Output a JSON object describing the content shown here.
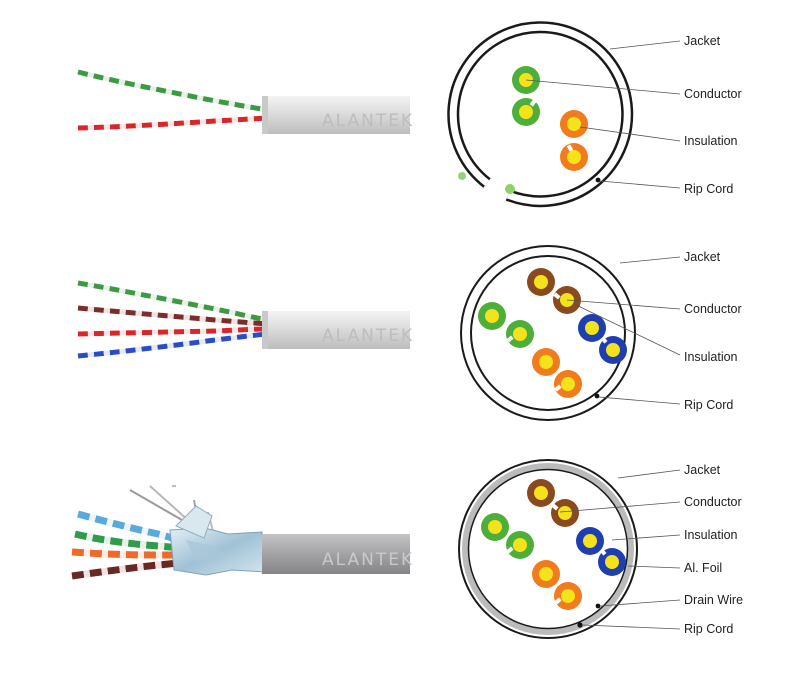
{
  "brand_text": "ALANTEK",
  "colors": {
    "green": "#4caf3b",
    "orange": "#f07c1d",
    "brown": "#8a4a1f",
    "blue": "#1f3fb0",
    "conductor": "#f4e21a",
    "jacket_light": "#e3e4e4",
    "jacket_dark": "#a9a9ab",
    "foil": "#b8d4e3"
  },
  "panels": [
    {
      "id": "two-pair",
      "labels": {
        "jacket": "Jacket",
        "conductor": "Conductor",
        "insulation": "Insulation",
        "rip_cord": "Rip Cord"
      }
    },
    {
      "id": "four-pair-utp",
      "labels": {
        "jacket": "Jacket",
        "conductor": "Conductor",
        "insulation": "Insulation",
        "rip_cord": "Rip Cord"
      }
    },
    {
      "id": "four-pair-shielded",
      "labels": {
        "jacket": "Jacket",
        "conductor": "Conductor",
        "insulation": "Insulation",
        "al_foil": "Al. Foil",
        "drain_wire": "Drain Wire",
        "rip_cord": "Rip Cord"
      }
    }
  ]
}
